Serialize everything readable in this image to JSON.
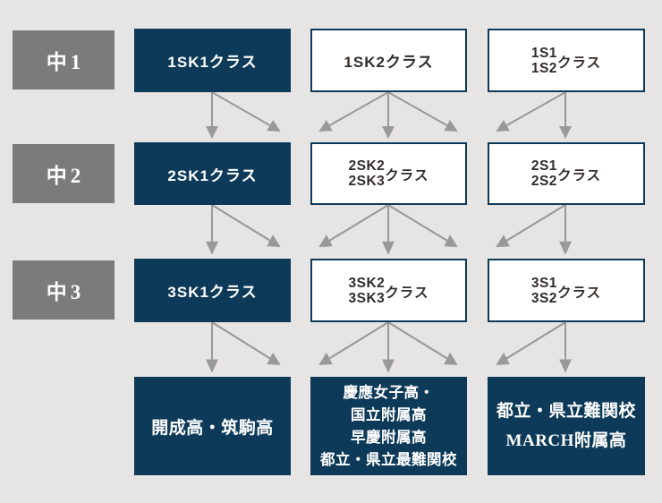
{
  "colors": {
    "background": "#e6e5e3",
    "box_navy": "#0d3a58",
    "box_gray": "#7b7b7b",
    "box_white": "#ffffff",
    "border_navy": "#0d3a58",
    "arrow_gray": "#999999",
    "text_white": "#ffffff",
    "text_dark": "#322d2a"
  },
  "grades": [
    {
      "label": "中1"
    },
    {
      "label": "中2"
    },
    {
      "label": "中3"
    }
  ],
  "rows": [
    {
      "classes": [
        {
          "style": "dark",
          "label": "1SK1クラス"
        },
        {
          "style": "light",
          "label": "1SK2クラス"
        },
        {
          "style": "light",
          "stack": [
            "1S1",
            "1S2"
          ],
          "suffix": "クラス"
        }
      ]
    },
    {
      "classes": [
        {
          "style": "dark",
          "label": "2SK1クラス"
        },
        {
          "style": "light",
          "stack": [
            "2SK2",
            "2SK3"
          ],
          "suffix": "クラス"
        },
        {
          "style": "light",
          "stack": [
            "2S1",
            "2S2"
          ],
          "suffix": "クラス"
        }
      ]
    },
    {
      "classes": [
        {
          "style": "dark",
          "label": "3SK1クラス"
        },
        {
          "style": "light",
          "stack": [
            "3SK2",
            "3SK3"
          ],
          "suffix": "クラス"
        },
        {
          "style": "light",
          "stack": [
            "3S1",
            "3S2"
          ],
          "suffix": "クラス"
        }
      ]
    }
  ],
  "outcomes": [
    {
      "lines": [
        "開成高・筑駒高"
      ]
    },
    {
      "lines": [
        "慶應女子高・",
        "国立附属高",
        "早慶附属高",
        "都立・県立最難関校"
      ]
    },
    {
      "lines": [
        "都立・県立難関校",
        "MARCH附属高"
      ]
    }
  ],
  "flow_pattern": [
    {
      "from_column": 1,
      "to_columns": [
        1,
        2
      ]
    },
    {
      "from_column": 2,
      "to_columns": [
        1,
        2,
        3
      ]
    },
    {
      "from_column": 3,
      "to_columns": [
        2,
        3
      ]
    }
  ],
  "icons": {
    "flow_arrow": "down-arrow"
  }
}
